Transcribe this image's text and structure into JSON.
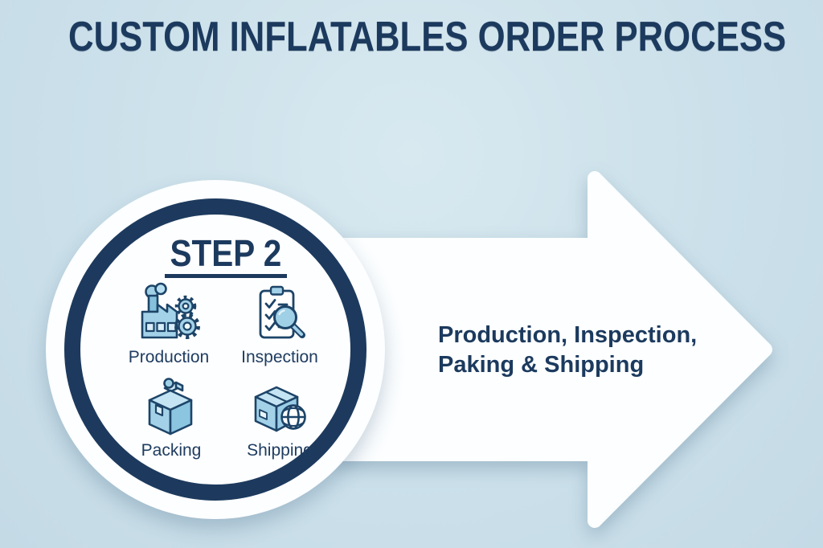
{
  "title": "CUSTOM INFLATABLES ORDER PROCESS",
  "step_circle": {
    "heading": "STEP 2",
    "items": [
      {
        "id": "production",
        "label": "Production",
        "icon": "factory-icon"
      },
      {
        "id": "inspection",
        "label": "Inspection",
        "icon": "clipboard-magnifier-icon"
      },
      {
        "id": "packing",
        "label": "Packing",
        "icon": "open-box-tape-icon"
      },
      {
        "id": "shipping",
        "label": "Shipping",
        "icon": "box-globe-icon"
      }
    ]
  },
  "arrow": {
    "text_line1": "Production, Inspection,",
    "text_line2": "Paking & Shipping"
  },
  "colors": {
    "background": "#cbe0ea",
    "navy": "#1c3a5e",
    "ring_navy": "#1d3a5e",
    "shape_white": "#fcfeff",
    "icon_fill": "#a3d2e8",
    "icon_fill_light": "#cfe8f4",
    "icon_fill_mid": "#85c1dd",
    "icon_stroke": "#1d4468"
  }
}
